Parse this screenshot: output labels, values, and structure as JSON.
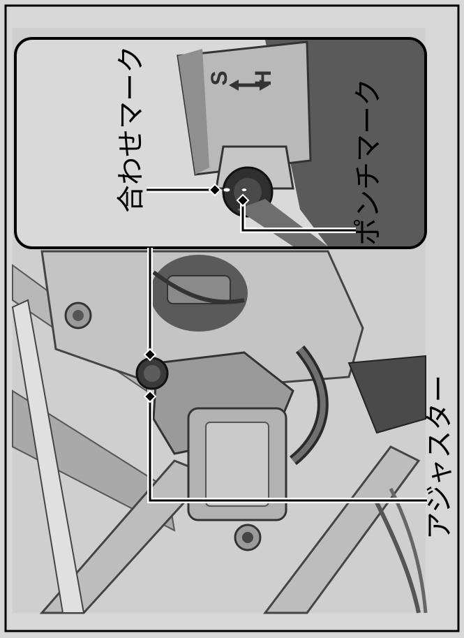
{
  "labels": {
    "alignment_mark": "合わせマーク",
    "punch_mark": "ポンチマーク",
    "adjuster": "アジャスター"
  },
  "knob_markings": {
    "soft": "S",
    "hard": "H"
  },
  "colors": {
    "frame_border": "#000000",
    "page_background": "#d7d7d7",
    "photo_dark": "#4a4a4a",
    "photo_mid": "#9a9a9a",
    "photo_light": "#cfcfcf",
    "leader_line": "#000000",
    "leader_outline": "#ffffff"
  }
}
